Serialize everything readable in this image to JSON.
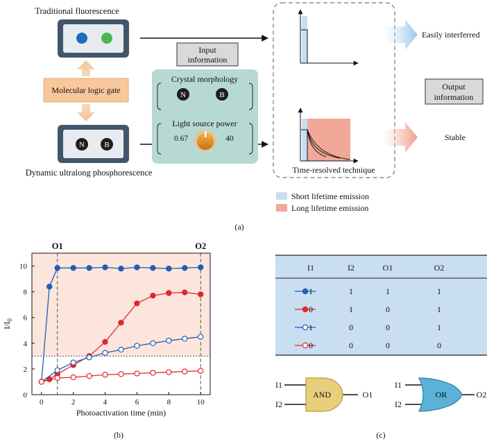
{
  "panel_a": {
    "label": "(a)",
    "traditional_title": "Traditional fluorescence",
    "molecular_logic_gate": "Molecular logic gate",
    "dynamic_title": "Dynamic ultralong phosphorescence",
    "dynamic_key_n": "N",
    "dynamic_key_b": "B",
    "input_info": [
      "Input",
      "information"
    ],
    "crystal_morphology": "Crystal morphology",
    "crystal_n": "N",
    "crystal_b": "B",
    "light_source_power": "Light source power",
    "power_min": "0.67",
    "power_max": "40",
    "time_resolved": "Time-resolved technique",
    "easily_interfered": "Easily interferred",
    "stable": "Stable",
    "output_info": [
      "Output",
      "information"
    ],
    "legend_short": "Short lifetime emission",
    "legend_long": "Long lifetime emission",
    "colors": {
      "teal_panel": "#b7d9d4",
      "orange_box": "#f8c79b",
      "dot_blue": "#1b6dbf",
      "dot_green": "#4cb84c",
      "short_emission": "#c9def1",
      "long_emission": "#f2a899",
      "knob": "#e08a1e"
    }
  },
  "panel_b": {
    "label": "(b)",
    "chart_data": {
      "type": "line",
      "xlabel": "Photoactivation time (min)",
      "ylabel": "I/I",
      "ylabel_subscript": "0",
      "xlim": [
        -0.6,
        10.6
      ],
      "ylim": [
        0,
        11
      ],
      "xticks": [
        "0",
        "2",
        "4",
        "6",
        "8",
        "10"
      ],
      "yticks": [
        "0",
        "2",
        "4",
        "6",
        "8",
        "10"
      ],
      "threshold_y": 3,
      "markers": [
        {
          "label": "O1",
          "x": 1
        },
        {
          "label": "O2",
          "x": 10
        }
      ],
      "shade_color": "#fbe5dc",
      "series": [
        {
          "color": "#1f5fb4",
          "filled": true,
          "x": [
            0,
            0.5,
            1,
            2,
            3,
            4,
            5,
            6,
            7,
            8,
            9,
            10
          ],
          "y": [
            1,
            8.4,
            9.85,
            9.85,
            9.85,
            9.9,
            9.8,
            9.9,
            9.85,
            9.8,
            9.85,
            9.9
          ]
        },
        {
          "color": "#e0262e",
          "filled": true,
          "x": [
            0,
            0.5,
            1,
            2,
            3,
            4,
            5,
            6,
            7,
            8,
            9,
            10
          ],
          "y": [
            1,
            1.2,
            1.6,
            2.3,
            3.0,
            4.1,
            5.6,
            7.1,
            7.7,
            7.9,
            7.95,
            7.8
          ]
        },
        {
          "color": "#1f5fb4",
          "filled": false,
          "x": [
            0,
            1,
            2,
            3,
            4,
            5,
            6,
            7,
            8,
            9,
            10
          ],
          "y": [
            1,
            1.9,
            2.5,
            2.9,
            3.25,
            3.5,
            3.8,
            4.0,
            4.2,
            4.35,
            4.5
          ]
        },
        {
          "color": "#e0262e",
          "filled": false,
          "x": [
            0,
            1,
            2,
            3,
            4,
            5,
            6,
            7,
            8,
            9,
            10
          ],
          "y": [
            1,
            1.3,
            1.35,
            1.45,
            1.55,
            1.6,
            1.65,
            1.7,
            1.75,
            1.8,
            1.85
          ]
        }
      ]
    }
  },
  "panel_c": {
    "label": "(c)",
    "table": {
      "headers": [
        "I1",
        "I2",
        "O1",
        "O2"
      ],
      "rows": [
        {
          "color": "#1f5fb4",
          "filled": true,
          "cells": [
            "1",
            "1",
            "1",
            "1"
          ]
        },
        {
          "color": "#e0262e",
          "filled": true,
          "cells": [
            "0",
            "1",
            "0",
            "1"
          ]
        },
        {
          "color": "#1f5fb4",
          "filled": false,
          "cells": [
            "1",
            "0",
            "0",
            "1"
          ]
        },
        {
          "color": "#e0262e",
          "filled": false,
          "cells": [
            "0",
            "0",
            "0",
            "0"
          ]
        }
      ],
      "background": "#c9def1"
    },
    "and_gate": {
      "label": "AND",
      "in1": "I1",
      "in2": "I2",
      "out": "O1",
      "color": "#e7cf7c"
    },
    "or_gate": {
      "label": "OR",
      "in1": "I1",
      "in2": "I2",
      "out": "O2",
      "color": "#5ab3d6"
    }
  }
}
